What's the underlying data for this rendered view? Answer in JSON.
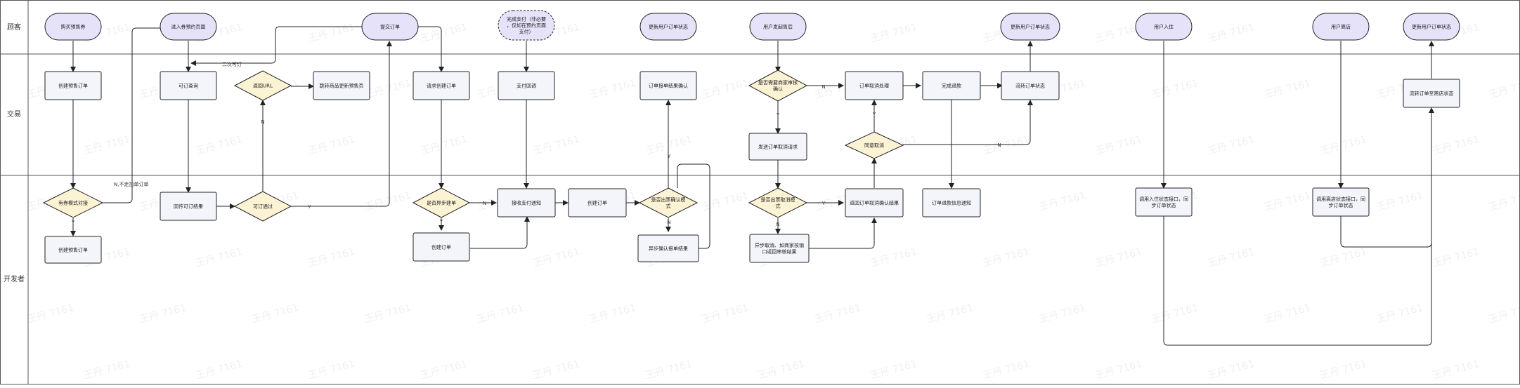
{
  "lanes": [
    "顾客",
    "交易",
    "开发者"
  ],
  "colors": {
    "terminal_fill": "#e6e2fa",
    "process_fill": "#f3f5fb",
    "decision_fill": "#fcf2d4",
    "line": "#222222",
    "lane_border": "#555555"
  },
  "nodes": {
    "n1": "购买预售券",
    "n2": "创建预售订单",
    "n3": "有券模式对接",
    "n4": "创建预售订单",
    "n5": "进入券预约页面",
    "n6": "可订查询",
    "n7": "回传可订结果",
    "n8": "可订通过",
    "n9": "返回URL",
    "n10": "跳转商品更新预售页",
    "n11": "提交订单",
    "n12": "请求创建订单",
    "n13": "是否异步建单",
    "n14": "创建订单",
    "n15": "完成支付（非必要，仅如在预约页面支付）",
    "n16": "支付回调",
    "n17": "接收支付通知",
    "n18": "创建订单",
    "n19": "更新用户订单状态",
    "n20": "订单接单结果确认",
    "n21": "是否出票确认模式",
    "n22": "异步确认接单结果",
    "n23": "用户发起售后",
    "n24": "是否需要商家审核确认",
    "n25": "发送订单取消请求",
    "n26": "是否出票取消模式",
    "n27": "异步取消、如商家核销口返回审核结果",
    "n28": "订单取消处理",
    "n29": "同意取消",
    "n30": "返回订单取消确认结果",
    "n31": "完成退款",
    "n32": "订单退款信息通知",
    "n33": "更新用户订单状态",
    "n34": "流转订单状态",
    "n35": "用户入住",
    "n36": "调用入住状态接口，同步订单状态",
    "n37": "用户离店",
    "n38": "调用离店状态接口，同步订单状态",
    "n39": "更新用户订单状态",
    "n40": "流转订单至离店状态"
  },
  "edge_labels": {
    "e1": "Y",
    "e2": "N,不走加单订单",
    "e3": "Y",
    "e4": "N",
    "e5": "二次可订",
    "e6": "Y",
    "e7": "N",
    "e8": "Y",
    "e9": "N",
    "e10": "N",
    "e11": "Y",
    "e12": "Y",
    "e13": "N",
    "e14": "Y",
    "e15": "N"
  },
  "watermark": "王丹 7161"
}
